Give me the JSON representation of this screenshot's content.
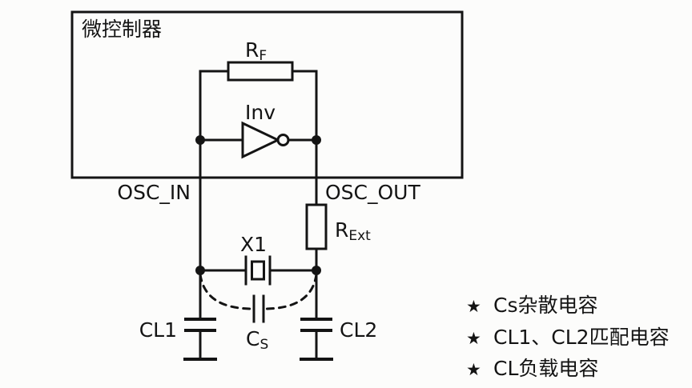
{
  "diagram": {
    "mcu_label": "微控制器",
    "rf": {
      "base": "R",
      "sub": "F"
    },
    "inv_label": "Inv",
    "osc_in": "OSC_IN",
    "osc_out": "OSC_OUT",
    "rext": {
      "base": "R",
      "sub": "Ext"
    },
    "x1_label": "X1",
    "cs": {
      "base": "C",
      "sub": "S"
    },
    "cl1_label": "CL1",
    "cl2_label": "CL2"
  },
  "legend": {
    "items": [
      {
        "bullet": "★",
        "text": "Cs杂散电容"
      },
      {
        "bullet": "★",
        "text": "CL1、CL2匹配电容"
      },
      {
        "bullet": "★",
        "text": "CL负载电容"
      }
    ]
  },
  "colors": {
    "stroke": "#141414",
    "background": "#fcfcfb"
  }
}
